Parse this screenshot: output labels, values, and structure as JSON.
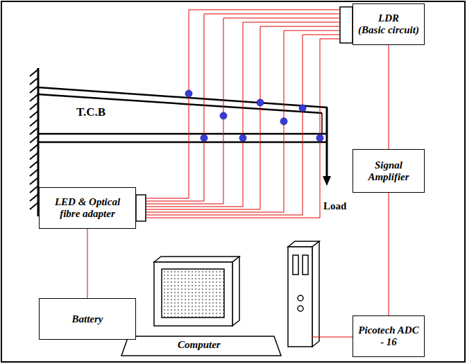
{
  "diagram": {
    "nodes": [
      {
        "text": [
          "LDR",
          "(Basic circuit)"
        ]
      },
      {
        "text": [
          "Signal Amplifier"
        ]
      },
      {
        "text": [
          "LED & Optical fibre adapter"
        ]
      },
      {
        "text": [
          "Battery"
        ]
      },
      {
        "text": [
          "Picotech ADC - 16"
        ]
      }
    ],
    "edges": [
      {
        "from": 0,
        "to": 1,
        "arrow": "none"
      },
      {
        "from": 1,
        "to": 4,
        "arrow": "none"
      },
      {
        "from": 2,
        "to": 3,
        "arrow": "none"
      }
    ],
    "labels": [
      "T.C.B",
      "Load",
      "Computer"
    ]
  }
}
